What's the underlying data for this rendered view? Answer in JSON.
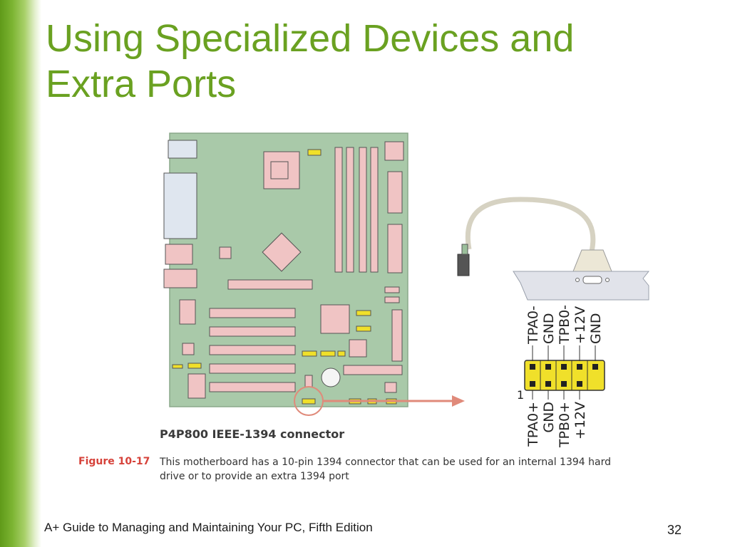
{
  "slide": {
    "title_line1": "Using Specialized Devices and",
    "title_line2": "Extra Ports",
    "footer": "A+ Guide to Managing and Maintaining Your PC, Fifth Edition",
    "page_number": "32"
  },
  "figure": {
    "board_caption": "P4P800 IEEE-1394 connector",
    "label": "Figure 10-17",
    "caption_line1": "This motherboard has a 10-pin 1394 connector that can be used for an internal 1394 hard",
    "caption_line2": "drive or to provide an extra 1394 port",
    "pin1_label": "1",
    "top_pins": [
      "TPA0-",
      "GND",
      "TPB0-",
      "+12V",
      "GND"
    ],
    "bottom_pins": [
      "TPA0+",
      "GND",
      "TPB0+",
      "+12V"
    ],
    "colors": {
      "board": "#a9c9a9",
      "component": "#f0c4c4",
      "pins": "#f0e02a",
      "arrow": "#e08a7a",
      "title": "#6aa121"
    }
  }
}
